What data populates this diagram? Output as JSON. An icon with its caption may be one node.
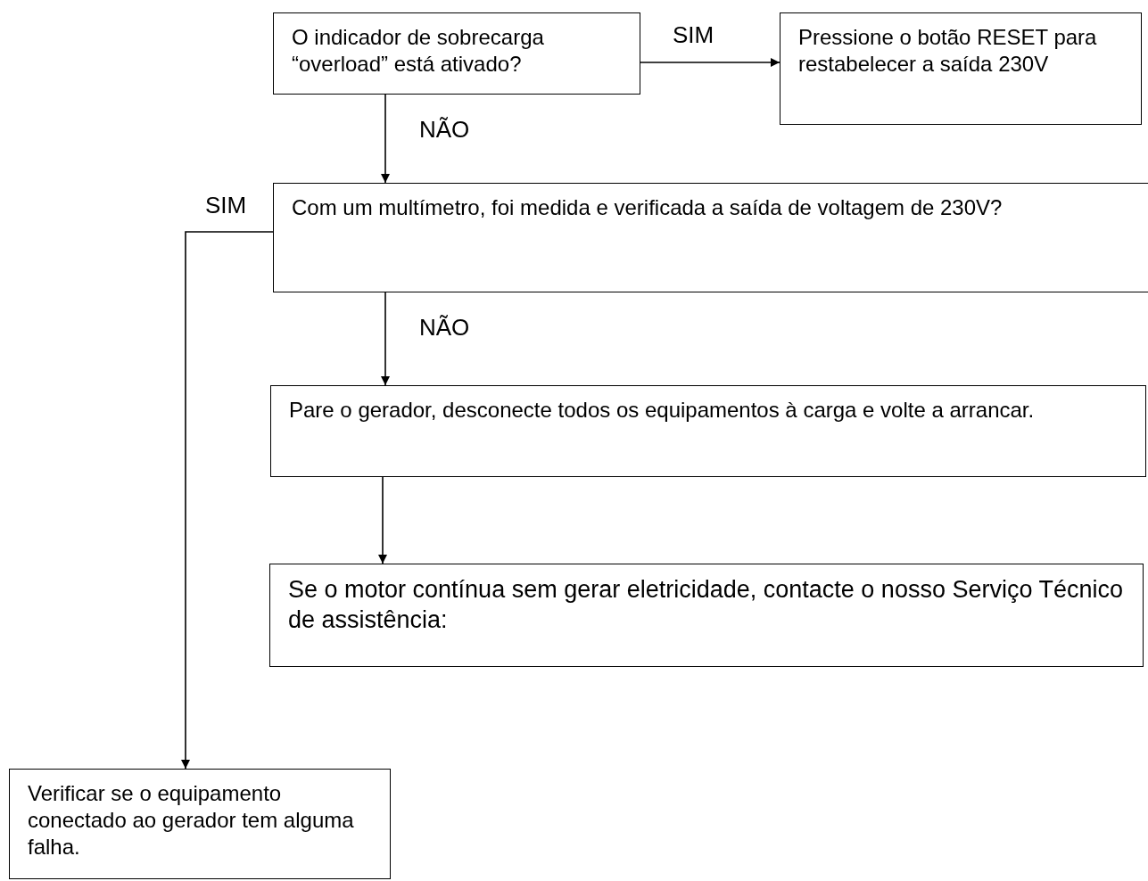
{
  "diagram": {
    "nodes": [
      {
        "text": [
          "O indicador de sobrecarga “overload” está ativado?"
        ]
      },
      {
        "text": [
          "Pressione o botão RESET para restabelecer a saída 230V"
        ]
      },
      {
        "text": [
          "Com um multímetro, foi medida e verificada a saída de voltagem de 230V?"
        ]
      },
      {
        "text": [
          "Pare o gerador, desconecte todos os equipamentos à carga e volte a arrancar."
        ]
      },
      {
        "text": [
          "Se o motor contínua sem gerar eletricidade, contacte o nosso Serviço Técnico de assistência:"
        ]
      },
      {
        "text": [
          "Verificar se o equipamento conectado ao gerador tem alguma falha."
        ]
      }
    ],
    "edges": [
      {
        "from": 0,
        "to": 1,
        "arrow": "to",
        "label": "SIM"
      },
      {
        "from": 0,
        "to": 2,
        "arrow": "to",
        "label": "NÃO"
      },
      {
        "from": 2,
        "to": 3,
        "arrow": "to",
        "label": "NÃO"
      },
      {
        "from": 3,
        "to": 4,
        "arrow": "to"
      },
      {
        "from": 2,
        "to": 5,
        "arrow": "to",
        "label": "SIM"
      }
    ]
  }
}
